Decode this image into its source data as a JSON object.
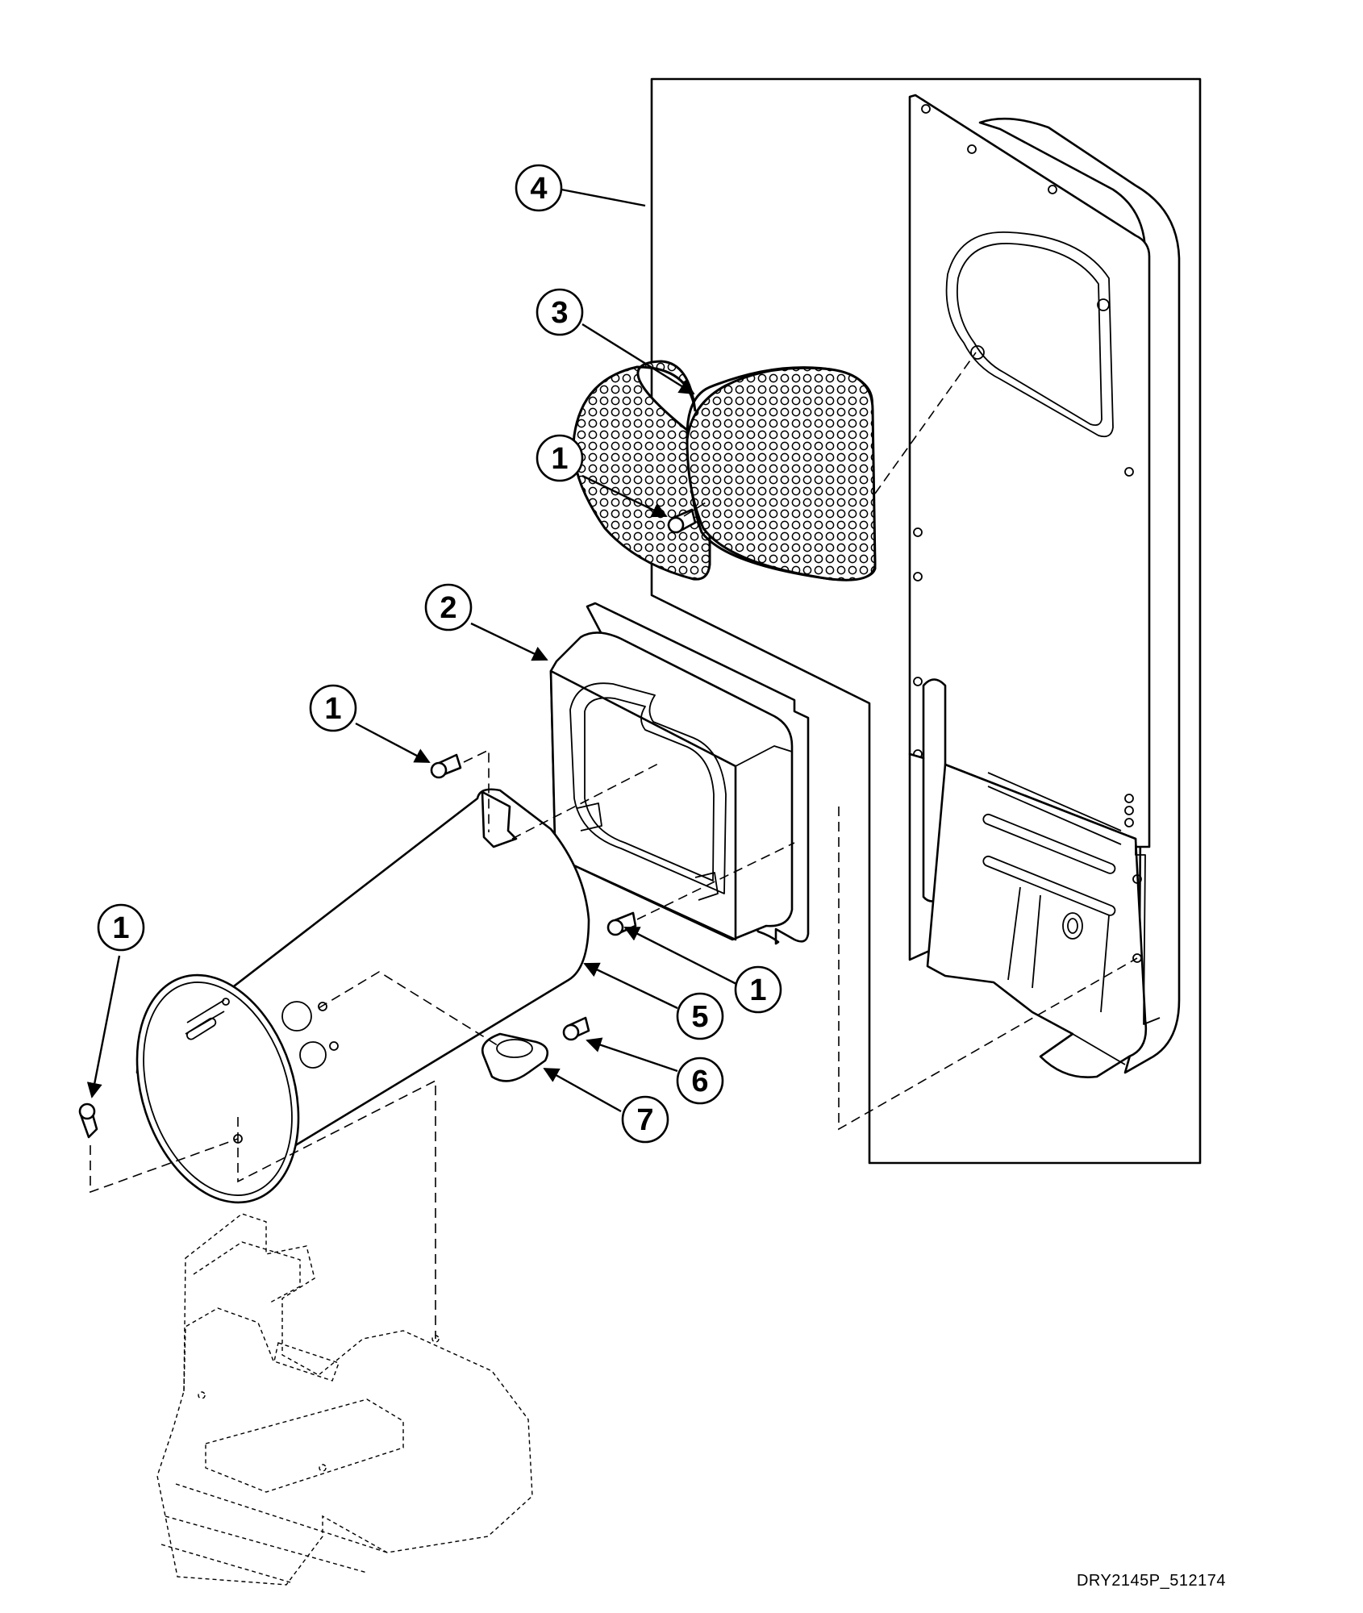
{
  "callouts": [
    {
      "id": "c4",
      "label": "4"
    },
    {
      "id": "c3",
      "label": "3"
    },
    {
      "id": "c1a",
      "label": "1"
    },
    {
      "id": "c2",
      "label": "2"
    },
    {
      "id": "c1b",
      "label": "1"
    },
    {
      "id": "c1c",
      "label": "1"
    },
    {
      "id": "c1d",
      "label": "1"
    },
    {
      "id": "c5",
      "label": "5"
    },
    {
      "id": "c6",
      "label": "6"
    },
    {
      "id": "c7",
      "label": "7"
    }
  ],
  "reference_code": "DRY2145P_512174"
}
